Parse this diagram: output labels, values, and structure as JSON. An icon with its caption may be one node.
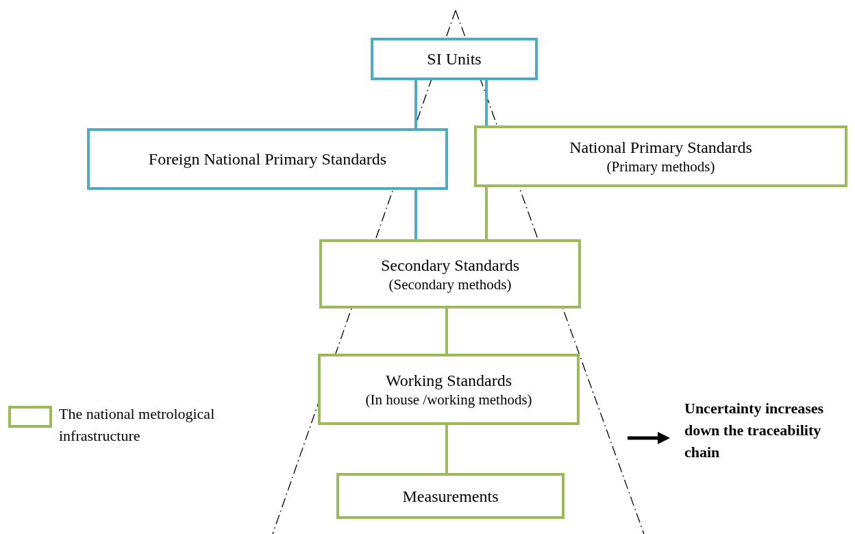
{
  "diagram": {
    "nodes": [
      {
        "text": [
          "SI Units"
        ]
      },
      {
        "text": [
          "Foreign National Primary Standards"
        ]
      },
      {
        "text": [
          "National Primary Standards",
          "(Primary methods)"
        ]
      },
      {
        "text": [
          "Secondary Standards",
          "(Secondary methods)"
        ]
      },
      {
        "text": [
          "Working Standards",
          "(In house /working methods)"
        ]
      },
      {
        "text": [
          "Measurements"
        ]
      }
    ],
    "edges": [
      {
        "from": 0,
        "to": 1,
        "arrow": "none",
        "color": "#4bacc6"
      },
      {
        "from": 0,
        "to": 2,
        "arrow": "none",
        "color": "#4bacc6"
      },
      {
        "from": 1,
        "to": 3,
        "arrow": "none",
        "color": "#4bacc6"
      },
      {
        "from": 2,
        "to": 3,
        "arrow": "none",
        "color": "#9bbb59"
      },
      {
        "from": 3,
        "to": 4,
        "arrow": "none",
        "color": "#9bbb59"
      },
      {
        "from": 4,
        "to": 5,
        "arrow": "none",
        "color": "#9bbb59"
      }
    ],
    "labels": [
      "Uncertainty increases down the traceability chain"
    ],
    "legend": [
      {
        "text": "The national metrological infrastructure",
        "color": "#9bbb59"
      }
    ]
  }
}
